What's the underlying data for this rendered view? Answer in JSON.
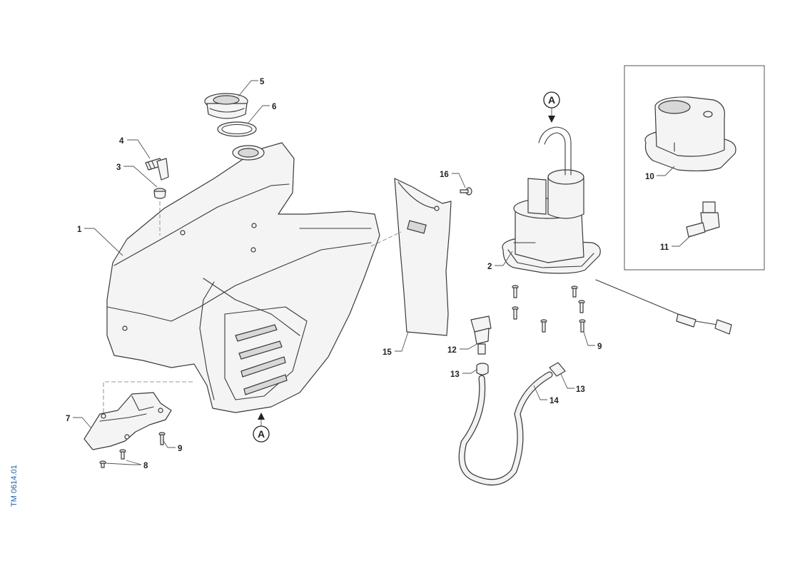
{
  "drawing_number": "TM 0614.01",
  "callouts": [
    {
      "id": "c1",
      "label": "1"
    },
    {
      "id": "c2",
      "label": "2"
    },
    {
      "id": "c3",
      "label": "3"
    },
    {
      "id": "c4",
      "label": "4"
    },
    {
      "id": "c5",
      "label": "5"
    },
    {
      "id": "c6",
      "label": "6"
    },
    {
      "id": "c7",
      "label": "7"
    },
    {
      "id": "c8",
      "label": "8"
    },
    {
      "id": "c9a",
      "label": "9"
    },
    {
      "id": "c9b",
      "label": "9"
    },
    {
      "id": "c10",
      "label": "10"
    },
    {
      "id": "c11",
      "label": "11"
    },
    {
      "id": "c12",
      "label": "12"
    },
    {
      "id": "c13a",
      "label": "13"
    },
    {
      "id": "c13b",
      "label": "13"
    },
    {
      "id": "c14",
      "label": "14"
    },
    {
      "id": "c15",
      "label": "15"
    },
    {
      "id": "c16",
      "label": "16"
    }
  ],
  "view_refs": [
    {
      "id": "top",
      "label": "A"
    },
    {
      "id": "bottom",
      "label": "A"
    }
  ],
  "colors": {
    "drawing_number": "#1f5fa8",
    "line": "#3a3a3a"
  }
}
